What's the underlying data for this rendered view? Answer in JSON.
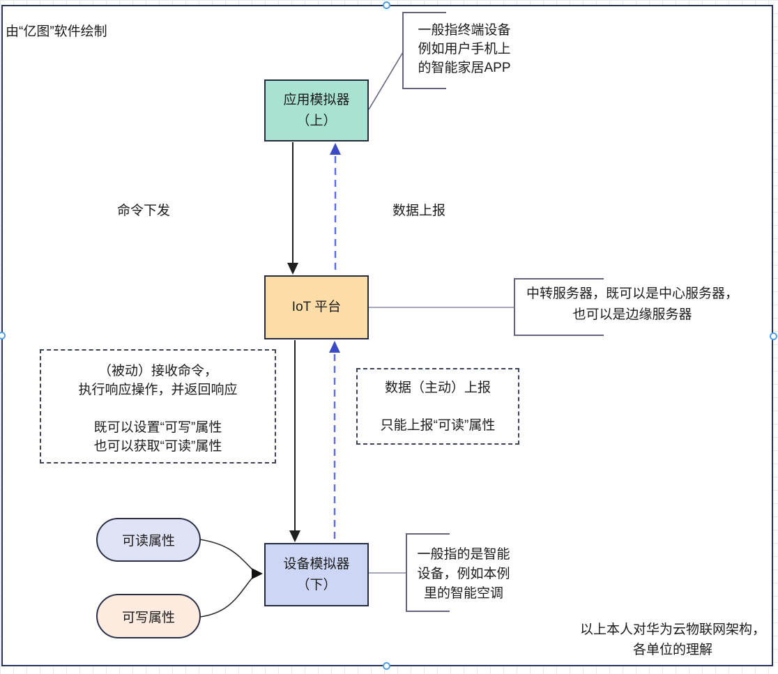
{
  "page": {
    "credit_text": "由“亿图”软件绘制",
    "footer_lines": [
      "以上本人对华为云物联网架构，",
      "各单位的理解"
    ]
  },
  "nodes": {
    "app_simulator": {
      "lines": [
        "应用模拟器",
        "（上）"
      ],
      "fill": "#a8e2d2"
    },
    "iot_platform": {
      "lines": [
        "IoT 平台"
      ],
      "fill": "#fcdda7"
    },
    "device_simulator": {
      "lines": [
        "设备模拟器",
        "（下）"
      ],
      "fill": "#cdd6f4"
    },
    "readable_attribute": {
      "label": "可读属性",
      "fill": "#e0e3f5"
    },
    "writable_attribute": {
      "label": "可写属性",
      "fill": "#fdebe0"
    }
  },
  "edge_labels": {
    "command_down": "命令下发",
    "data_report": "数据上报"
  },
  "notes": {
    "app_note": {
      "lines": [
        "一般指终端设备",
        "例如用户手机上",
        "的智能家居APP"
      ]
    },
    "iot_note": {
      "lines": [
        "中转服务器，既可以是中心服务器，",
        "也可以是边缘服务器"
      ]
    },
    "device_note": {
      "lines": [
        "一般指的是智能",
        "设备，例如本例",
        "里的智能空调"
      ]
    },
    "passive_note": {
      "para1": [
        "（被动）接收命令，",
        "执行响应操作，并返回响应"
      ],
      "para2": [
        "既可以设置“可写”属性",
        "也可以获取“可读”属性"
      ]
    },
    "active_note": {
      "para1": [
        "数据（主动）上报"
      ],
      "para2": [
        "只能上报“可读”属性"
      ]
    }
  },
  "colors": {
    "canvas_border": "#26315a",
    "selection_handle": "#4f9fe8",
    "solid_arrow": "#1f1f1f",
    "dashed_arrow": "#5b6ade",
    "dashed_arrowhead": "#3a49c4",
    "bracket_stroke": "#63637f",
    "connector_stroke": "#8a8aa5",
    "dashed_box_border": "#3d4156",
    "node_border": "#232a40",
    "grid_line": "#e7e9ee",
    "text": "#1a1a1a"
  }
}
